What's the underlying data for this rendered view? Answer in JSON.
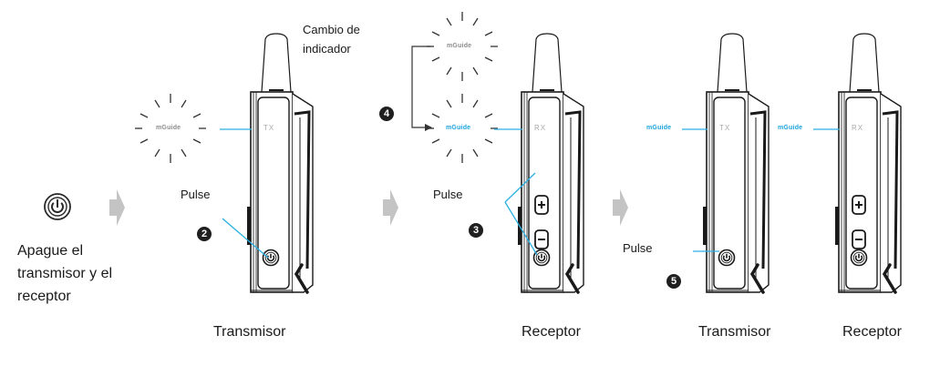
{
  "colors": {
    "accent_line": "#29b0e3",
    "indicator_blue": "#1aa3dc",
    "indicator_gray": "#8c8c8c",
    "arrow_gray": "#c4c4c4",
    "badge": "#1f1f1f"
  },
  "step1": {
    "icon": "power-icon",
    "text_lines": [
      "Apague el",
      "transmisor y el",
      "receptor"
    ]
  },
  "step2": {
    "badge": "2",
    "pulse_label": "Pulse",
    "indicator_label": "mGuide",
    "indicator_state": "flashing",
    "device_label": "TX",
    "caption": "Transmisor"
  },
  "step3_4": {
    "badge_press": "3",
    "badge_change": "4",
    "pulse_label": "Pulse",
    "note_lines": [
      "Cambio de",
      "indicador"
    ],
    "indicator_label_before": "mGuide",
    "indicator_label_after": "mGuide",
    "device_label": "RX",
    "buttons": [
      "plus-icon",
      "minus-icon",
      "power-icon"
    ],
    "caption": "Receptor"
  },
  "step5": {
    "badge": "5",
    "pulse_label": "Pulse",
    "tx_indicator": "mGuide",
    "rx_indicator": "mGuide",
    "tx_device_label": "TX",
    "rx_device_label": "RX",
    "caption_tx": "Transmisor",
    "caption_rx": "Receptor"
  }
}
